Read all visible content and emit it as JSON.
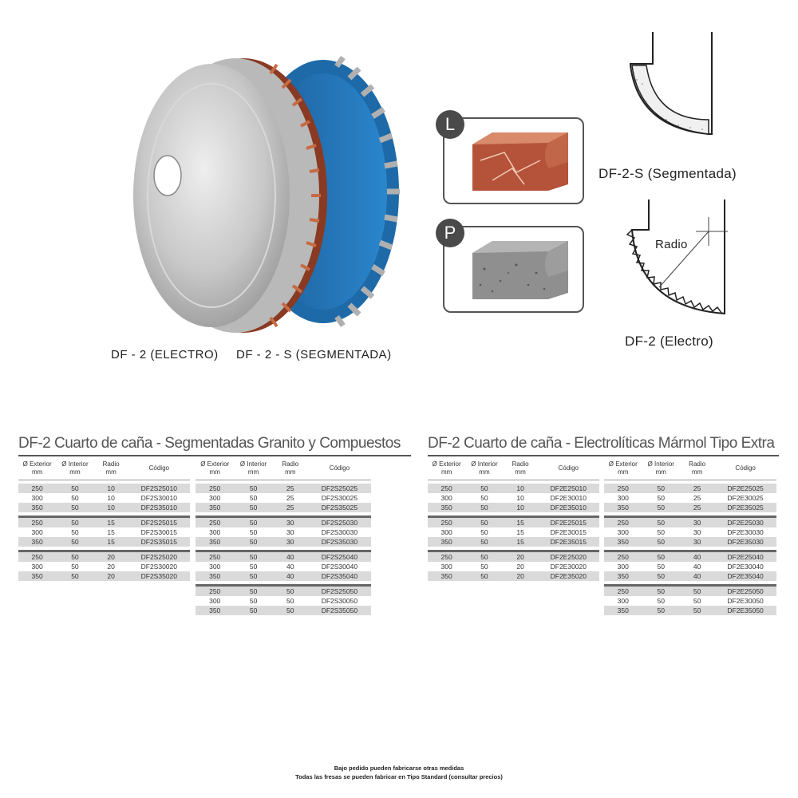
{
  "captions": {
    "electro": "DF - 2 (ELECTRO)",
    "segmentada": "DF - 2 - S (SEGMENTADA)"
  },
  "badges": {
    "l": "L",
    "p": "P"
  },
  "diagrams": {
    "segmentada_label": "DF-2-S (Segmentada)",
    "electro_label": "DF-2 (Electro)",
    "radio_label": "Radio"
  },
  "tables": {
    "segmentadas": {
      "title": "DF-2 Cuarto de caña - Segmentadas Granito y Compuestos",
      "headers": [
        "Ø Exterior\nmm",
        "Ø Interior\nmm",
        "Radio\nmm",
        "Código"
      ],
      "left_groups": [
        [
          [
            "250",
            "50",
            "10",
            "DF2S25010"
          ],
          [
            "300",
            "50",
            "10",
            "DF2S30010"
          ],
          [
            "350",
            "50",
            "10",
            "DF2S35010"
          ]
        ],
        [
          [
            "250",
            "50",
            "15",
            "DF2S25015"
          ],
          [
            "300",
            "50",
            "15",
            "DF2S30015"
          ],
          [
            "350",
            "50",
            "15",
            "DF2S35015"
          ]
        ],
        [
          [
            "250",
            "50",
            "20",
            "DF2S25020"
          ],
          [
            "300",
            "50",
            "20",
            "DF2S30020"
          ],
          [
            "350",
            "50",
            "20",
            "DF2S35020"
          ]
        ]
      ],
      "right_groups": [
        [
          [
            "250",
            "50",
            "25",
            "DF2S25025"
          ],
          [
            "300",
            "50",
            "25",
            "DF2S30025"
          ],
          [
            "350",
            "50",
            "25",
            "DF2S35025"
          ]
        ],
        [
          [
            "250",
            "50",
            "30",
            "DF2S25030"
          ],
          [
            "300",
            "50",
            "30",
            "DF2S30030"
          ],
          [
            "350",
            "50",
            "30",
            "DF2S35030"
          ]
        ],
        [
          [
            "250",
            "50",
            "40",
            "DF2S25040"
          ],
          [
            "300",
            "50",
            "40",
            "DF2S30040"
          ],
          [
            "350",
            "50",
            "40",
            "DF2S35040"
          ]
        ],
        [
          [
            "250",
            "50",
            "50",
            "DF2S25050"
          ],
          [
            "300",
            "50",
            "50",
            "DF2S30050"
          ],
          [
            "350",
            "50",
            "50",
            "DF2S35050"
          ]
        ]
      ]
    },
    "electroliticas": {
      "title": "DF-2 Cuarto de caña - Electrolíticas Mármol Tipo Extra",
      "headers": [
        "Ø Exterior\nmm",
        "Ø Interior\nmm",
        "Radio\nmm",
        "Código"
      ],
      "left_groups": [
        [
          [
            "250",
            "50",
            "10",
            "DF2E25010"
          ],
          [
            "300",
            "50",
            "10",
            "DF2E30010"
          ],
          [
            "350",
            "50",
            "10",
            "DF2E35010"
          ]
        ],
        [
          [
            "250",
            "50",
            "15",
            "DF2E25015"
          ],
          [
            "300",
            "50",
            "15",
            "DF2E30015"
          ],
          [
            "350",
            "50",
            "15",
            "DF2E35015"
          ]
        ],
        [
          [
            "250",
            "50",
            "20",
            "DF2E25020"
          ],
          [
            "300",
            "50",
            "20",
            "DF2E30020"
          ],
          [
            "350",
            "50",
            "20",
            "DF2E35020"
          ]
        ]
      ],
      "right_groups": [
        [
          [
            "250",
            "50",
            "25",
            "DF2E25025"
          ],
          [
            "300",
            "50",
            "25",
            "DF2E30025"
          ],
          [
            "350",
            "50",
            "25",
            "DF2E35025"
          ]
        ],
        [
          [
            "250",
            "50",
            "30",
            "DF2E25030"
          ],
          [
            "300",
            "50",
            "30",
            "DF2E30030"
          ],
          [
            "350",
            "50",
            "30",
            "DF2E35030"
          ]
        ],
        [
          [
            "250",
            "50",
            "40",
            "DF2E25040"
          ],
          [
            "300",
            "50",
            "40",
            "DF2E30040"
          ],
          [
            "350",
            "50",
            "40",
            "DF2E35040"
          ]
        ],
        [
          [
            "250",
            "50",
            "50",
            "DF2E25050"
          ],
          [
            "300",
            "50",
            "50",
            "DF2E30050"
          ],
          [
            "350",
            "50",
            "50",
            "DF2E35050"
          ]
        ]
      ]
    }
  },
  "footer": {
    "line1": "Bajo pedido pueden fabricarse otras medidas",
    "line2": "Todas las fresas se pueden fabricar en Tipo Standard (consultar precios)"
  }
}
